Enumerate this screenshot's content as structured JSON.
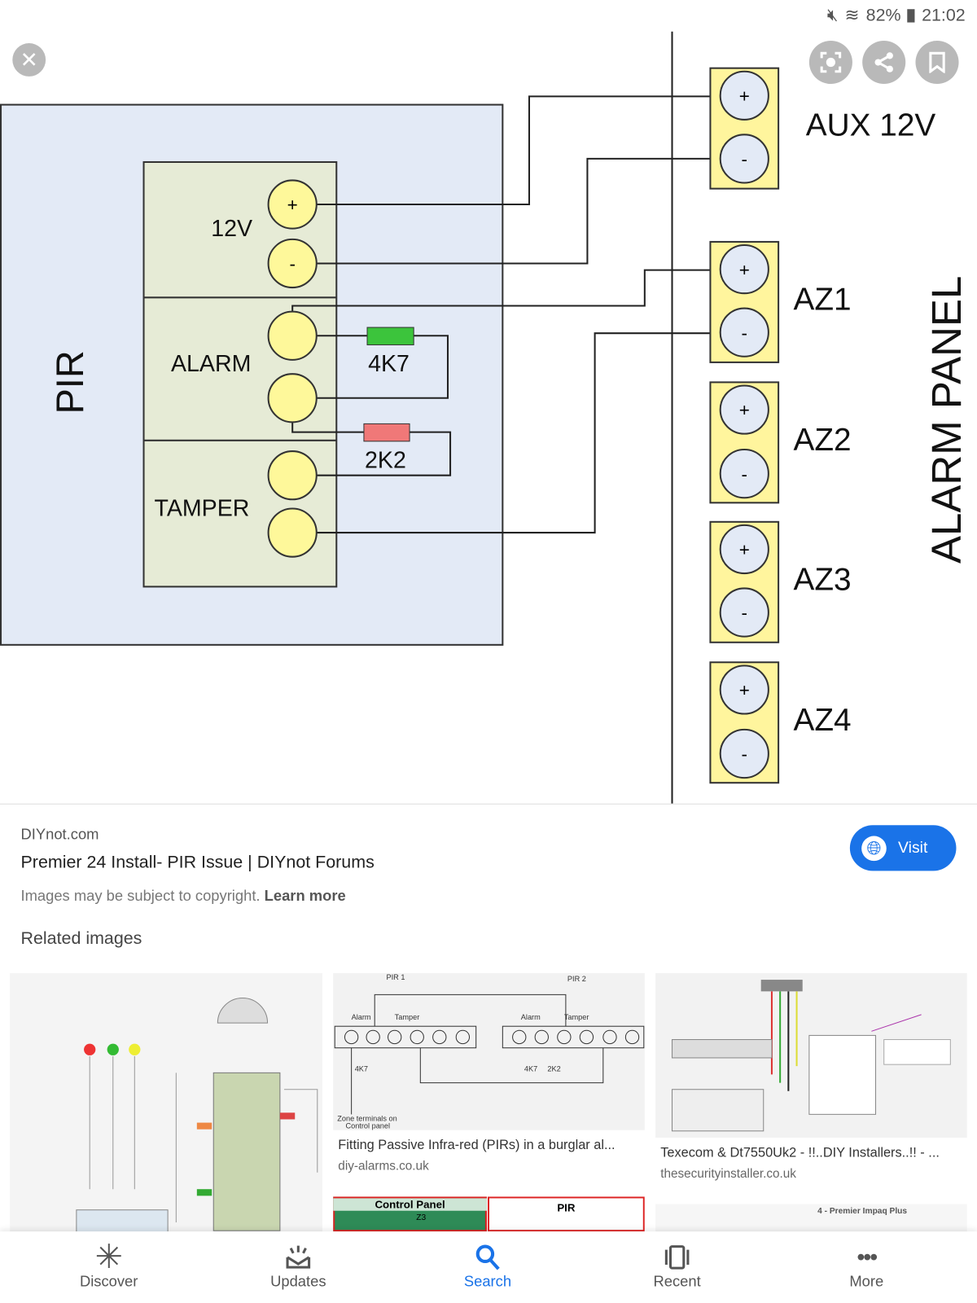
{
  "status_bar": {
    "battery": "82%",
    "time": "21:02",
    "icons": [
      "mute-icon",
      "wifi-icon",
      "battery-icon"
    ]
  },
  "viewer": {
    "close_icon": "close-icon",
    "actions": [
      "lens-icon",
      "share-icon",
      "bookmark-icon"
    ]
  },
  "diagram": {
    "pir_label": "PIR",
    "panel_label": "ALARM PANEL",
    "pir_sections": [
      "12V",
      "ALARM",
      "TAMPER"
    ],
    "resistors": [
      {
        "label": "4K7",
        "color": "#3cc43c"
      },
      {
        "label": "2K2",
        "color": "#f07878"
      }
    ],
    "plus": "+",
    "minus": "-",
    "terminals": [
      "AUX 12V",
      "AZ1",
      "AZ2",
      "AZ3",
      "AZ4"
    ]
  },
  "result": {
    "source": "DIYnot.com",
    "title": "Premier 24 Install- PIR Issue | DIYnot Forums",
    "copyright": "Images may be subject to copyright.",
    "learn_more": "Learn more",
    "visit": "Visit",
    "related_heading": "Related images"
  },
  "related": [
    {
      "caption": "Fitting Passive Infra-red (PIRs) in a burglar al...",
      "source": "diy-alarms.co.uk",
      "thumb_text": [
        "PIR 1",
        "PIR 2",
        "Alarm",
        "Tamper",
        "4K7",
        "2K2",
        "Zone terminals on Control panel"
      ]
    },
    {
      "caption": "Texecom & Dt7550Uk2 - !!..DIY Installers..!! - ...",
      "source": "thesecurityinstaller.co.uk"
    },
    {
      "thumb_text": [
        "Control Panel",
        "Z3",
        "PIR"
      ]
    },
    {
      "thumb_text": [
        "4 - Premier Impaq Plus"
      ]
    }
  ],
  "bottom_nav": [
    {
      "label": "Discover",
      "icon": "asterisk-icon"
    },
    {
      "label": "Updates",
      "icon": "updates-icon"
    },
    {
      "label": "Search",
      "icon": "search-icon",
      "active": true
    },
    {
      "label": "Recent",
      "icon": "recent-icon"
    },
    {
      "label": "More",
      "icon": "more-icon"
    }
  ],
  "colors": {
    "accent": "#1a73e8",
    "pir_bg": "#e3eaf6",
    "terminal": "#fff59d",
    "node": "#fef89a"
  }
}
